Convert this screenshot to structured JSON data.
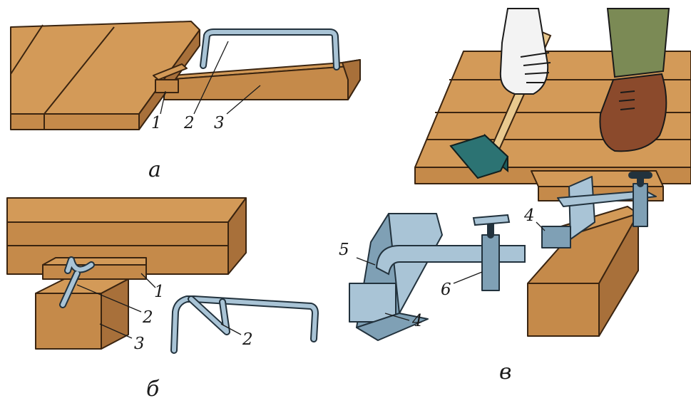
{
  "panels": {
    "a": {
      "caption": "а",
      "labels": [
        "1",
        "2",
        "3"
      ]
    },
    "b": {
      "caption": "б",
      "labels": [
        "1",
        "2",
        "3",
        "2"
      ]
    },
    "v": {
      "caption": "в",
      "labels": [
        "4",
        "5",
        "6",
        "4"
      ]
    }
  },
  "colors": {
    "wood": "#c58a4a",
    "metal": "#a9c4d6",
    "outline": "#3a2410"
  }
}
